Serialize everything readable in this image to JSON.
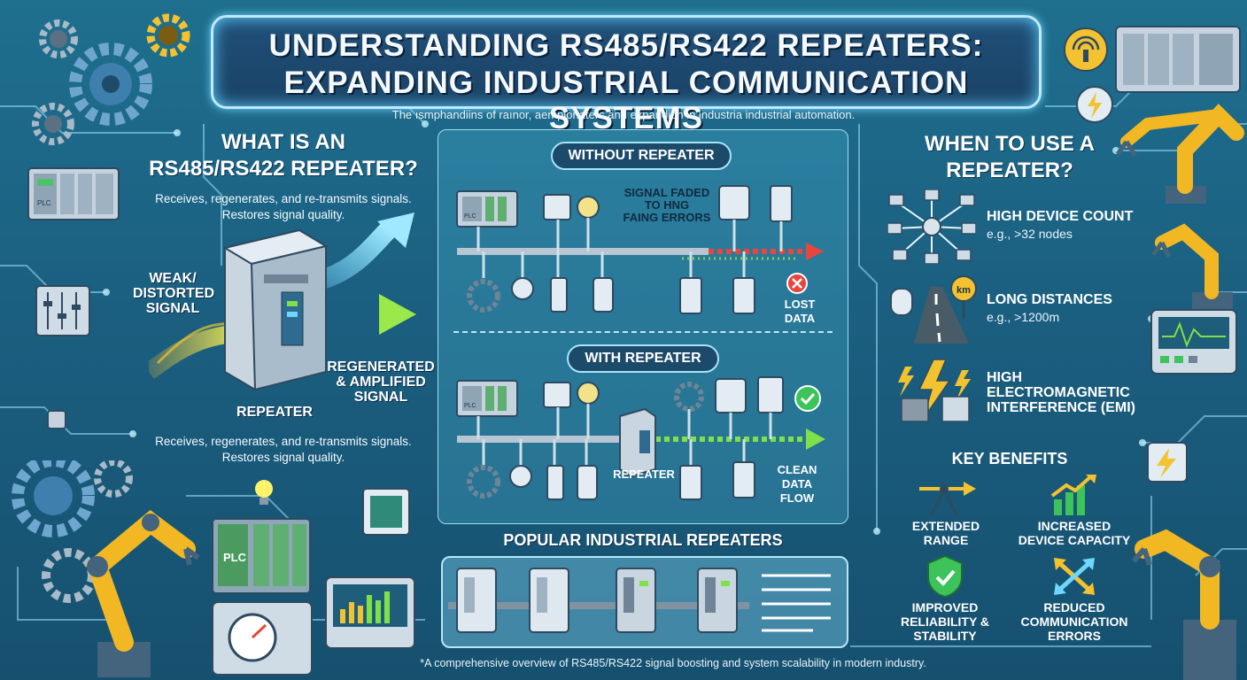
{
  "header": {
    "title_line1": "UNDERSTANDING RS485/RS422 REPEATERS:",
    "title_line2": "EXPANDING INDUSTRIAL COMMUNICATION SYSTEMS",
    "subtitle": "The ısmphandiins of raınor, aemplonaters and expandion in industria industrial automation."
  },
  "left": {
    "heading_line1": "WHAT IS AN",
    "heading_line2": "RS485/RS422 REPEATER?",
    "desc_top_line1": "Receives, regenerates, and re-transmits signals.",
    "desc_top_line2": "Restores signal quality.",
    "weak_line1": "WEAK/",
    "weak_line2": "DISTORTED",
    "weak_line3": "SIGNAL",
    "regen_line1": "REGENERATED",
    "regen_line2": "& AMPLIFIED",
    "regen_line3": "SIGNAL",
    "repeater_label": "REPEATER",
    "desc_bottom_line1": "Receives, regenerates, and re-transmits signals.",
    "desc_bottom_line2": "Restores signal quality.",
    "plc_label": "PLC"
  },
  "center": {
    "without_label": "WITHOUT REPEATER",
    "faded_line1": "SIGNAL FADED",
    "faded_line2": "TO HNG",
    "faded_line3": "FAING ERRORS",
    "lost_line1": "LOST",
    "lost_line2": "DATA",
    "with_label": "WITH REPEATER",
    "repeater_label": "REPEATER",
    "clean_line1": "CLEAN",
    "clean_line2": "DATA",
    "clean_line3": "FLOW",
    "plc_label": "PLC"
  },
  "popular": {
    "title": "POPULAR INDUSTRIAL REPEATERS"
  },
  "right": {
    "heading_line1": "WHEN TO USE A",
    "heading_line2": "REPEATER?",
    "use_cases": [
      {
        "title": "HIGH DEVICE COUNT",
        "sub": "e.g., >32 nodes",
        "icon": "network-icon"
      },
      {
        "title": "LONG DISTANCES",
        "sub": "e.g., >1200m",
        "icon": "road-icon"
      },
      {
        "title_line1": "HIGH",
        "title_line2": "ELECTROMAGNETIC",
        "title_line3": "INTERFERENCE (EMI)",
        "icon": "lightning-icon"
      }
    ],
    "km_label": "km",
    "benefits_heading": "KEY BENEFITS",
    "benefits": [
      {
        "line1": "EXTENDED",
        "line2": "RANGE"
      },
      {
        "line1": "INCREASED",
        "line2": "DEVICE CAPACITY"
      },
      {
        "line1": "IMPROVED",
        "line2": "RELIABILITY &",
        "line3": "STABILITY"
      },
      {
        "line1": "REDUCED",
        "line2": "COMMUNICATION",
        "line3": "ERRORS"
      }
    ]
  },
  "footer": {
    "text": "*A comprehensive overview of RS485/RS422 signal boosting and system scalability in modern industry."
  },
  "colors": {
    "background": "#1d6788",
    "accent_cyan": "#6fd6ff",
    "accent_green": "#7fe04a",
    "accent_yellow": "#f2c230",
    "error_red": "#e8463c",
    "ok_green": "#3cc35a"
  }
}
